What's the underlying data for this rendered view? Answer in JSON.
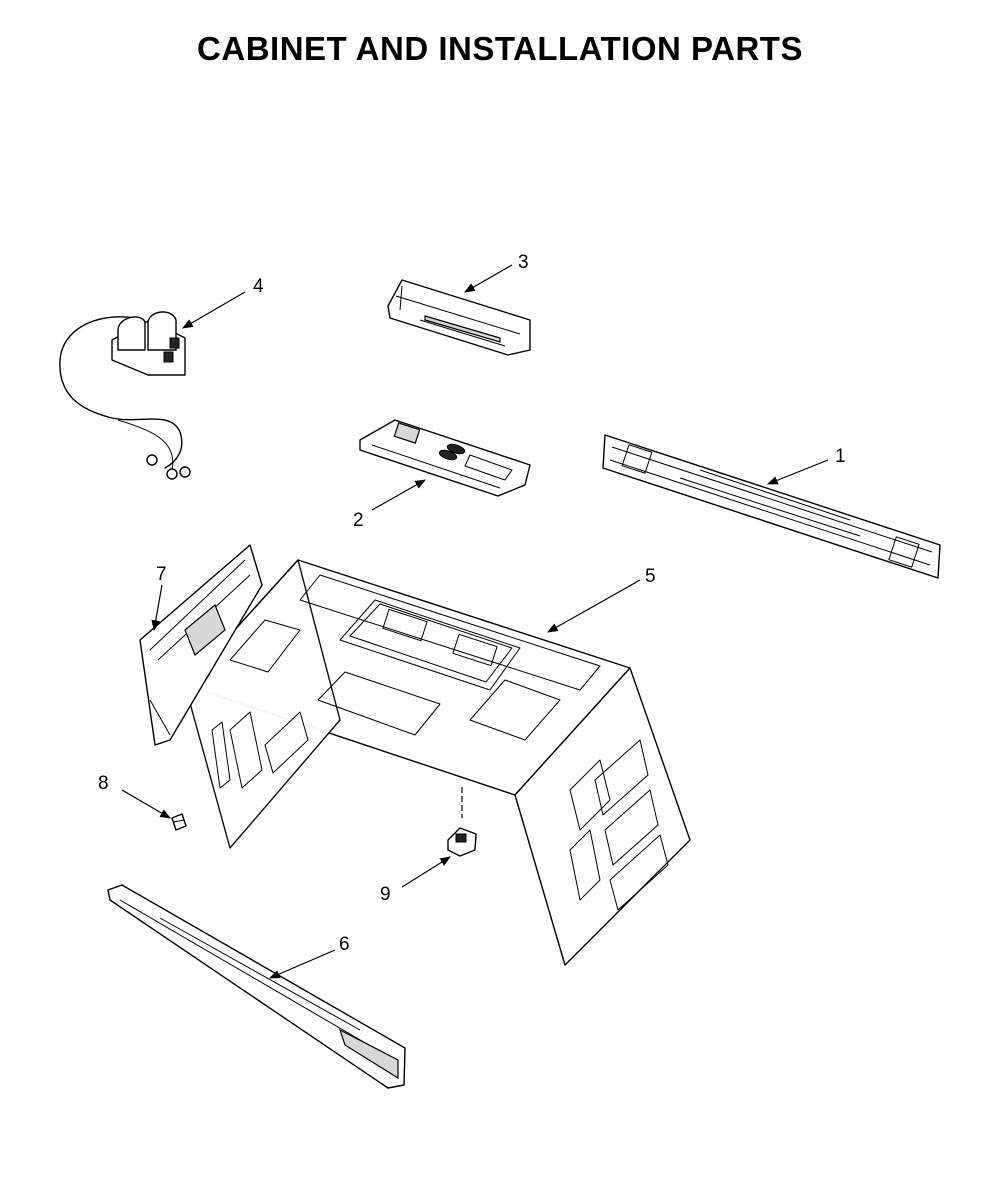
{
  "title": "CABINET AND INSTALLATION PARTS",
  "callouts": {
    "p1": "1",
    "p2": "2",
    "p3": "3",
    "p4": "4",
    "p5": "5",
    "p6": "6",
    "p7": "7",
    "p8": "8",
    "p9": "9"
  }
}
